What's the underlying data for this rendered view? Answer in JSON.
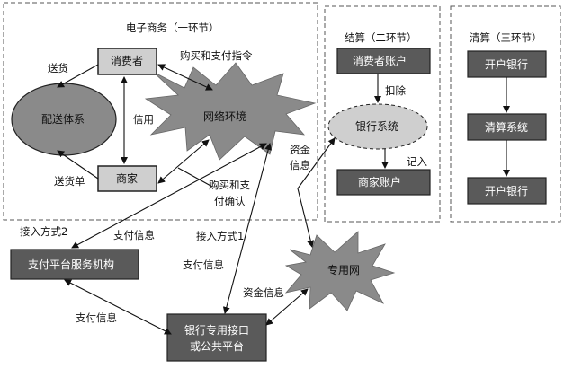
{
  "colors": {
    "box_fill": "#5a5a5a",
    "box_text": "#ffffff",
    "light_fill": "#cfcfcf",
    "frame_stroke": "#555555",
    "arrow": "#111111"
  },
  "sections": {
    "ecommerce": "电子商务（一环节）",
    "settlement": "结算（二环节）",
    "clearing": "清算（三环节）"
  },
  "nodes": {
    "consumer": "消费者",
    "merchant": "商家",
    "delivery": "配送体系",
    "network": "网络环境",
    "consumer_account": "消费者账户",
    "bank_system": "银行系统",
    "merchant_account": "商家账户",
    "opening_bank_top": "开户银行",
    "clearing_system": "清算系统",
    "opening_bank_bottom": "开户银行",
    "payment_agency": "支付平台服务机构",
    "bank_interface_line1": "银行专用接口",
    "bank_interface_line2": "或公共平台",
    "private_network": "专用网"
  },
  "labels": {
    "ship_goods": "送货",
    "ship_note": "送货单",
    "credit": "信用",
    "purchase_payment_order": "购买和支付指令",
    "purchase_confirm_line1": "购买和支",
    "purchase_confirm_line2": "付确认",
    "deduct": "扣除",
    "credit_in": "记入",
    "funds_info_line1": "资金",
    "funds_info_line2": "信息",
    "access_mode_2": "接入方式2",
    "access_mode_1": "接入方式1",
    "payment_info_a": "支付信息",
    "payment_info_b": "支付信息",
    "payment_info_c": "支付信息",
    "funds_info": "资金信息"
  },
  "icons": [
    "arrow-marker"
  ]
}
